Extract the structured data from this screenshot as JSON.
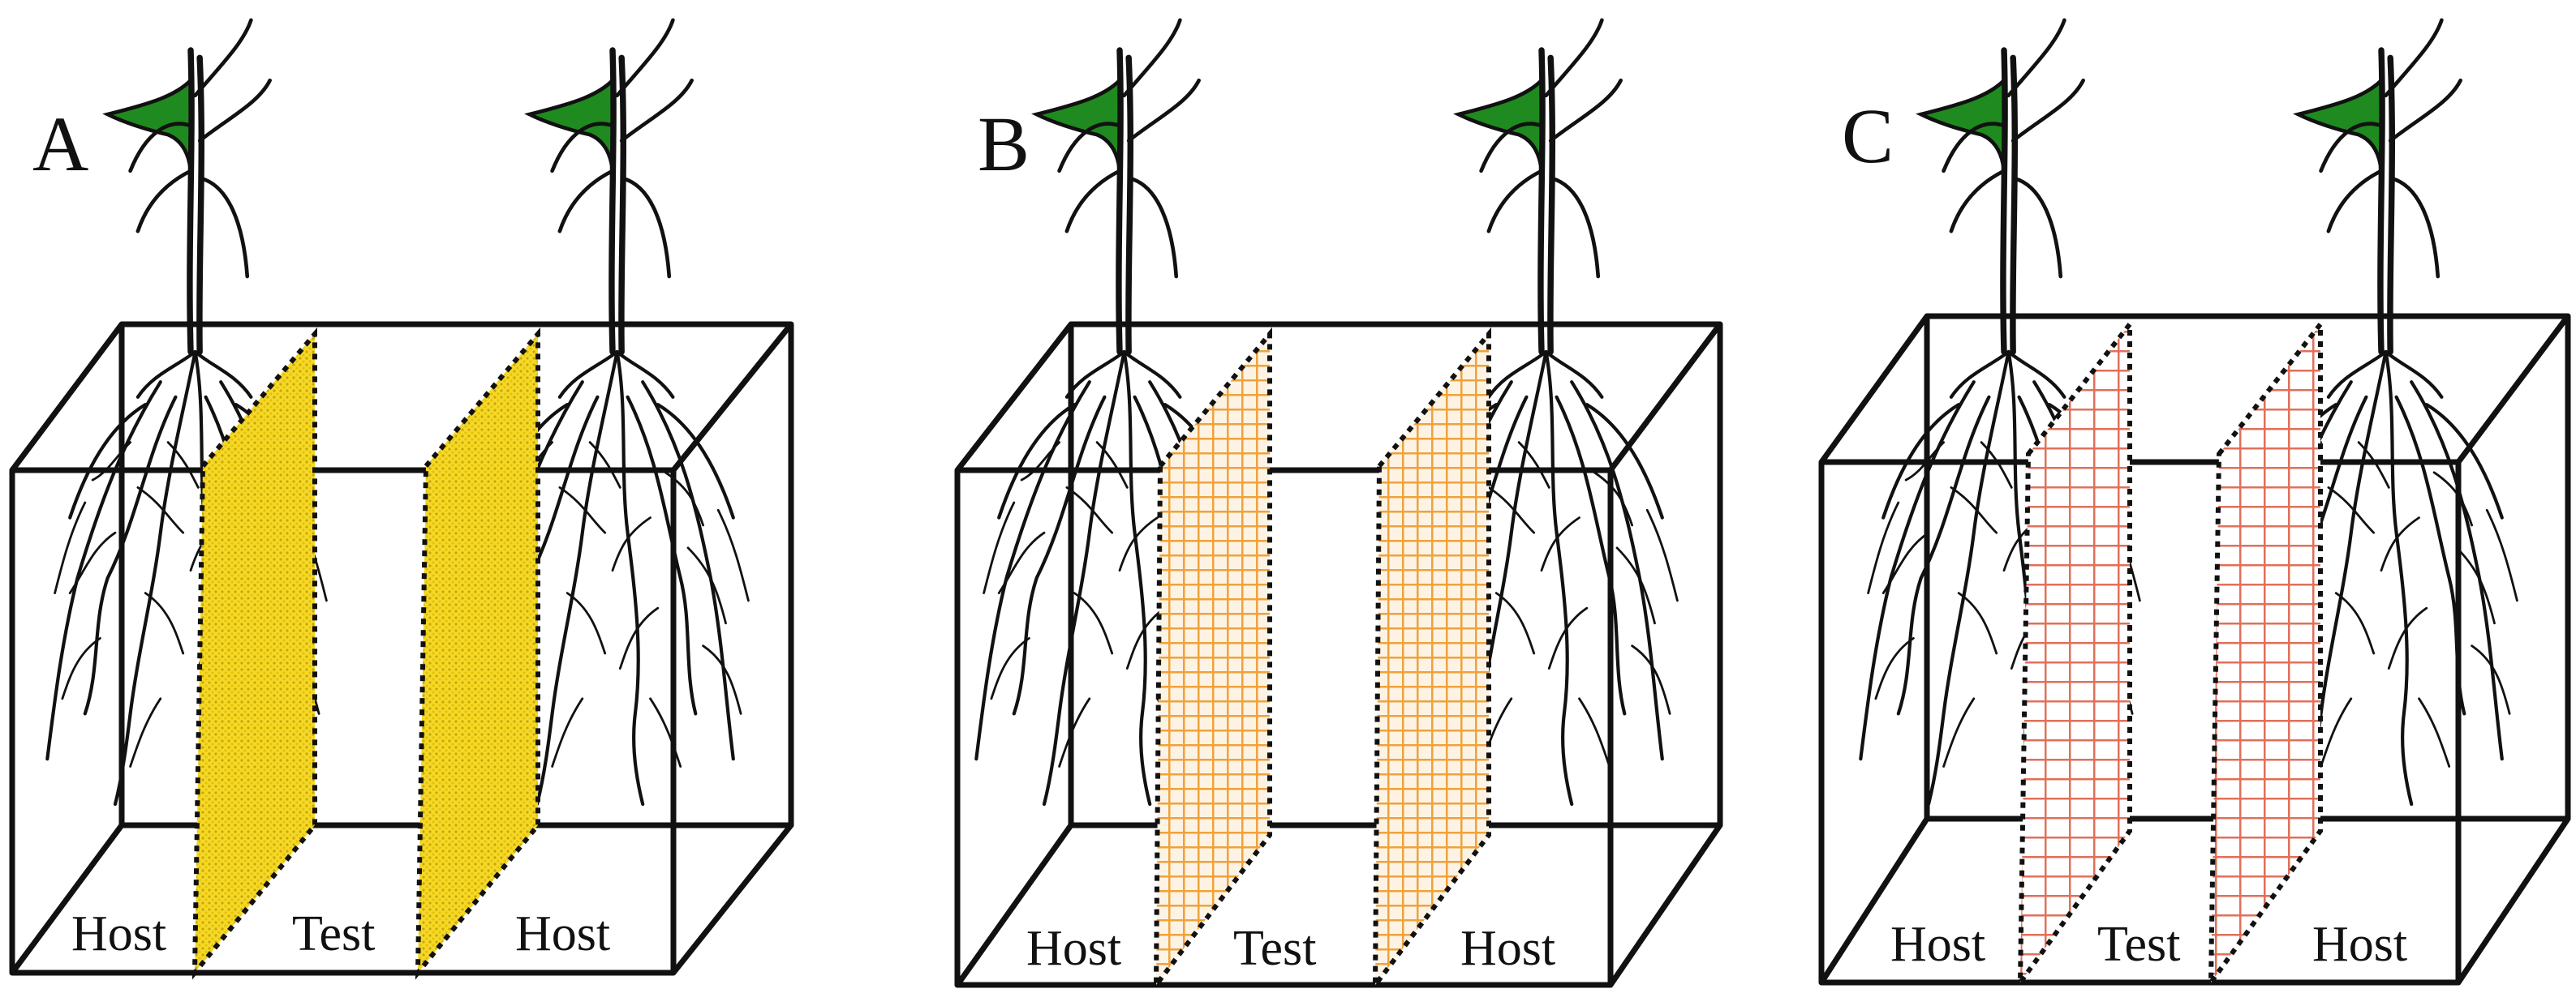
{
  "colors": {
    "outline": "#111111",
    "leaf": "#1f8a1f",
    "membrane_fine": "#f2d21a",
    "membrane_medium": "#f0a23a",
    "membrane_coarse": "#e0705a"
  },
  "panels": [
    {
      "letter": "A",
      "divider_mesh": "fine",
      "labels": {
        "left": "Host",
        "middle": "Test",
        "right": "Host"
      }
    },
    {
      "letter": "B",
      "divider_mesh": "medium",
      "labels": {
        "left": "Host",
        "middle": "Test",
        "right": "Host"
      }
    },
    {
      "letter": "C",
      "divider_mesh": "coarse",
      "labels": {
        "left": "Host",
        "middle": "Test",
        "right": "Host"
      }
    }
  ]
}
